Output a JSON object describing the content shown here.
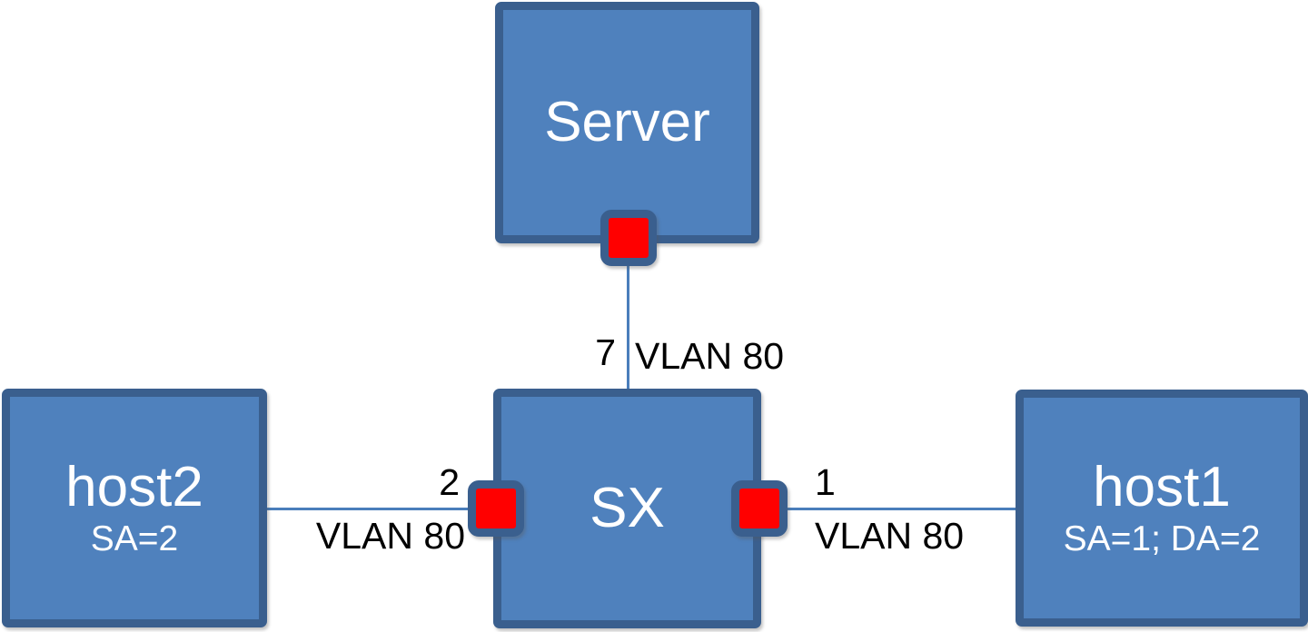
{
  "diagram": {
    "type": "network-topology",
    "background": "#FFFFFF",
    "colors": {
      "node_fill": "#4F81BD",
      "node_border": "#3A5F8E",
      "port_fill": "#FF0000",
      "port_border": "#3A5F8E",
      "link_line": "#4A7EBB",
      "node_text": "#FFFFFF",
      "label_text": "#000000"
    },
    "nodes": {
      "server": {
        "label": "Server"
      },
      "sx": {
        "label": "SX"
      },
      "host2": {
        "label": "host2",
        "sublabel": "SA=2"
      },
      "host1": {
        "label": "host1",
        "sublabel": "SA=1; DA=2"
      }
    },
    "links": {
      "sx_server": {
        "port": "7",
        "vlan": "VLAN 80",
        "from": "SX",
        "to": "Server"
      },
      "host2_sx": {
        "port": "2",
        "vlan": "VLAN 80",
        "from": "host2",
        "to": "SX"
      },
      "sx_host1": {
        "port": "1",
        "vlan": "VLAN 80",
        "from": "SX",
        "to": "host1"
      }
    }
  }
}
